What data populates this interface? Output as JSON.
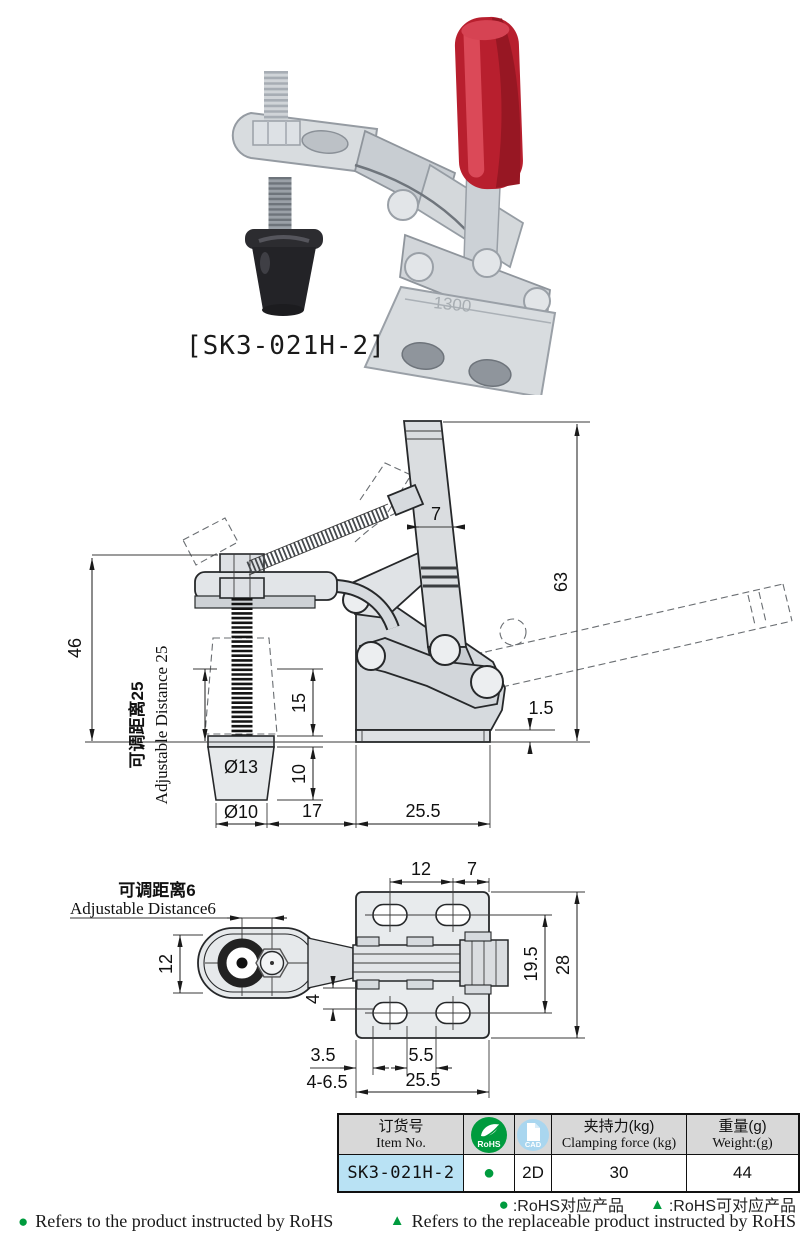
{
  "product": {
    "caption": "[SK3-021H-2]",
    "etched_marking": "1300"
  },
  "side_view": {
    "dims": {
      "overall_height": "46",
      "adjustable_cn": "可调距离25",
      "adjustable_en": "Adjustable Distance 25",
      "handle_width": "7",
      "open_height": "63",
      "base_lip": "1.5",
      "screw_travel": "15",
      "foot_height": "10",
      "foot_dia_top": "Ø13",
      "foot_dia_bottom": "Ø10",
      "foot_offset": "17",
      "base_length": "25.5"
    }
  },
  "top_view": {
    "dims": {
      "adjustable_cn": "可调距离6",
      "adjustable_en": "Adjustable Distance6",
      "arm_width": "12",
      "hole_span": "12",
      "hole_edge": "7",
      "hole_rows": "19.5",
      "plate_height": "28",
      "hole_offset": "4",
      "edge_margin": "3.5",
      "hole_gap": "5.5",
      "slot_size": "4-6.5",
      "plate_width": "25.5"
    }
  },
  "spec_table": {
    "header": {
      "item_cn": "订货号",
      "item_en": "Item No.",
      "rohs_icon_text": "RoHS",
      "cad_icon_text": "CAD",
      "force_cn": "夹持力(kg)",
      "force_en": "Clamping force (kg)",
      "weight_cn": "重量(g)",
      "weight_en": "Weight:(g)"
    },
    "row": {
      "item_no": "SK3-021H-2",
      "rohs_mark": "●",
      "cad": "2D",
      "clamping_force": "30",
      "weight": "44"
    }
  },
  "legend": {
    "dot_symbol": "●",
    "dot_text": ":RoHS对应产品",
    "tri_symbol": "▲",
    "tri_text": ":RoHS可对应产品"
  },
  "footer": {
    "dot_symbol": "●",
    "dot_text": "Refers to the product instructed by RoHS",
    "tri_symbol": "▲",
    "tri_text": "Refers to the replaceable product instructed by RoHS"
  },
  "colors": {
    "rohs_green": "#009b3e",
    "cad_blue": "#a9d6ef",
    "item_cell_blue": "#b9e2f4",
    "header_gray": "#d8d8d8",
    "handle_red": "#c02535"
  }
}
